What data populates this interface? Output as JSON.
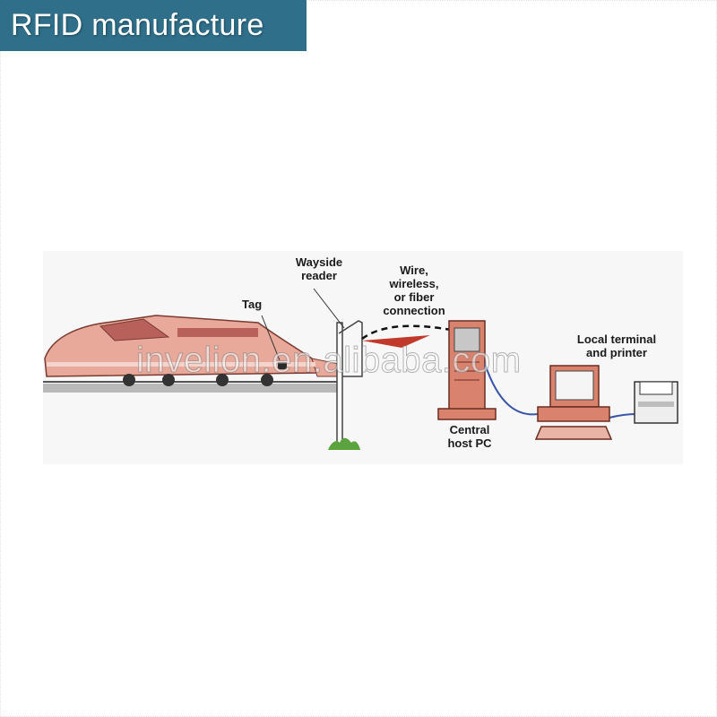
{
  "banner": {
    "title": "RFID manufacture"
  },
  "diagram": {
    "labels": {
      "tag": "Tag",
      "wayside_reader": "Wayside\nreader",
      "connection": "Wire,\nwireless,\nor fiber\nconnection",
      "central_host": "Central\nhost PC",
      "local_terminal": "Local terminal\nand printer"
    },
    "watermark": "invelion.en.alibaba.com"
  },
  "colors": {
    "banner_bg": "#2f6f8a",
    "train_body": "#e8a89a",
    "equipment": "#d9826e",
    "cable": "#3a55a8",
    "signal": "#c0392b"
  }
}
